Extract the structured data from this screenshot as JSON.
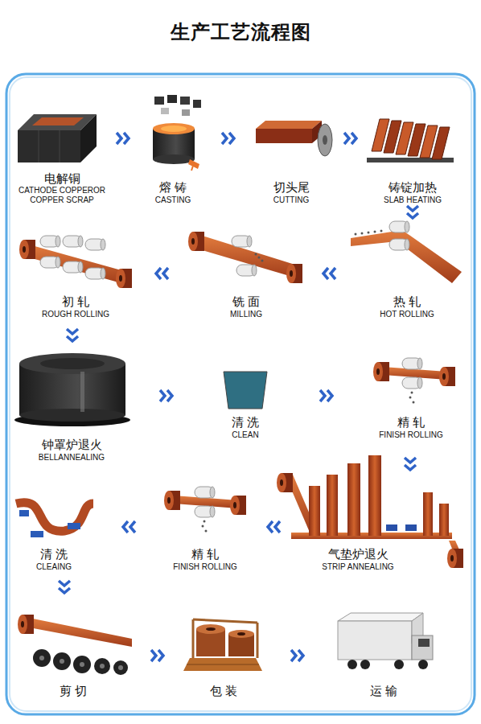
{
  "diagram": {
    "title": "生产工艺流程图",
    "nodes": [
      {
        "text": [
          "电解铜",
          "CATHODE COPPEROR COPPER SCRAP"
        ]
      },
      {
        "text": [
          "熔 铸",
          "CASTING"
        ]
      },
      {
        "text": [
          "切头尾",
          "CUTTING"
        ]
      },
      {
        "text": [
          "铸锭加热",
          "SLAB HEATING"
        ]
      },
      {
        "text": [
          "热 轧",
          "HOT ROLLING"
        ]
      },
      {
        "text": [
          "铣 面",
          "MILLING"
        ]
      },
      {
        "text": [
          "初 轧",
          "ROUGH ROLLING"
        ]
      },
      {
        "text": [
          "钟罩炉退火",
          "BELLANNEALING"
        ]
      },
      {
        "text": [
          "清 洗",
          "CLEAN"
        ]
      },
      {
        "text": [
          "精 轧",
          "FINISH ROLLING"
        ]
      },
      {
        "text": [
          "气垫炉退火",
          "STRIP ANNEALING"
        ]
      },
      {
        "text": [
          "精 轧",
          "FINISH ROLLING"
        ]
      },
      {
        "text": [
          "清 洗",
          "CLEAING"
        ]
      },
      {
        "text": [
          "剪 切"
        ]
      },
      {
        "text": [
          "包 装"
        ]
      },
      {
        "text": [
          "运 输"
        ]
      }
    ],
    "edges": [
      {
        "from": 0,
        "to": 1,
        "arrow": "to"
      },
      {
        "from": 1,
        "to": 2,
        "arrow": "to"
      },
      {
        "from": 2,
        "to": 3,
        "arrow": "to"
      },
      {
        "from": 3,
        "to": 4,
        "arrow": "to"
      },
      {
        "from": 4,
        "to": 5,
        "arrow": "to"
      },
      {
        "from": 5,
        "to": 6,
        "arrow": "to"
      },
      {
        "from": 6,
        "to": 7,
        "arrow": "to"
      },
      {
        "from": 7,
        "to": 8,
        "arrow": "to"
      },
      {
        "from": 8,
        "to": 9,
        "arrow": "to"
      },
      {
        "from": 9,
        "to": 10,
        "arrow": "to"
      },
      {
        "from": 10,
        "to": 11,
        "arrow": "to"
      },
      {
        "from": 11,
        "to": 12,
        "arrow": "to"
      },
      {
        "from": 12,
        "to": 13,
        "arrow": "to"
      },
      {
        "from": 13,
        "to": 14,
        "arrow": "to"
      },
      {
        "from": 14,
        "to": 15,
        "arrow": "to"
      }
    ]
  }
}
